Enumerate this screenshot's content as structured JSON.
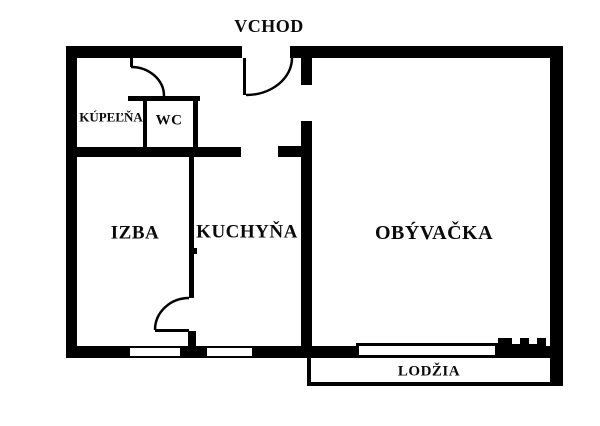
{
  "floorplan": {
    "entrance_label": "VCHOD",
    "rooms": {
      "bathroom": "KÚPEĽŇA",
      "wc": "WC",
      "room": "IZBA",
      "kitchen": "KUCHYŇA",
      "living_room": "OBÝVAČKA",
      "loggia": "LODŽIA"
    },
    "colors": {
      "wall": "#000000",
      "background": "#ffffff",
      "text": "#0a0a0a"
    }
  }
}
